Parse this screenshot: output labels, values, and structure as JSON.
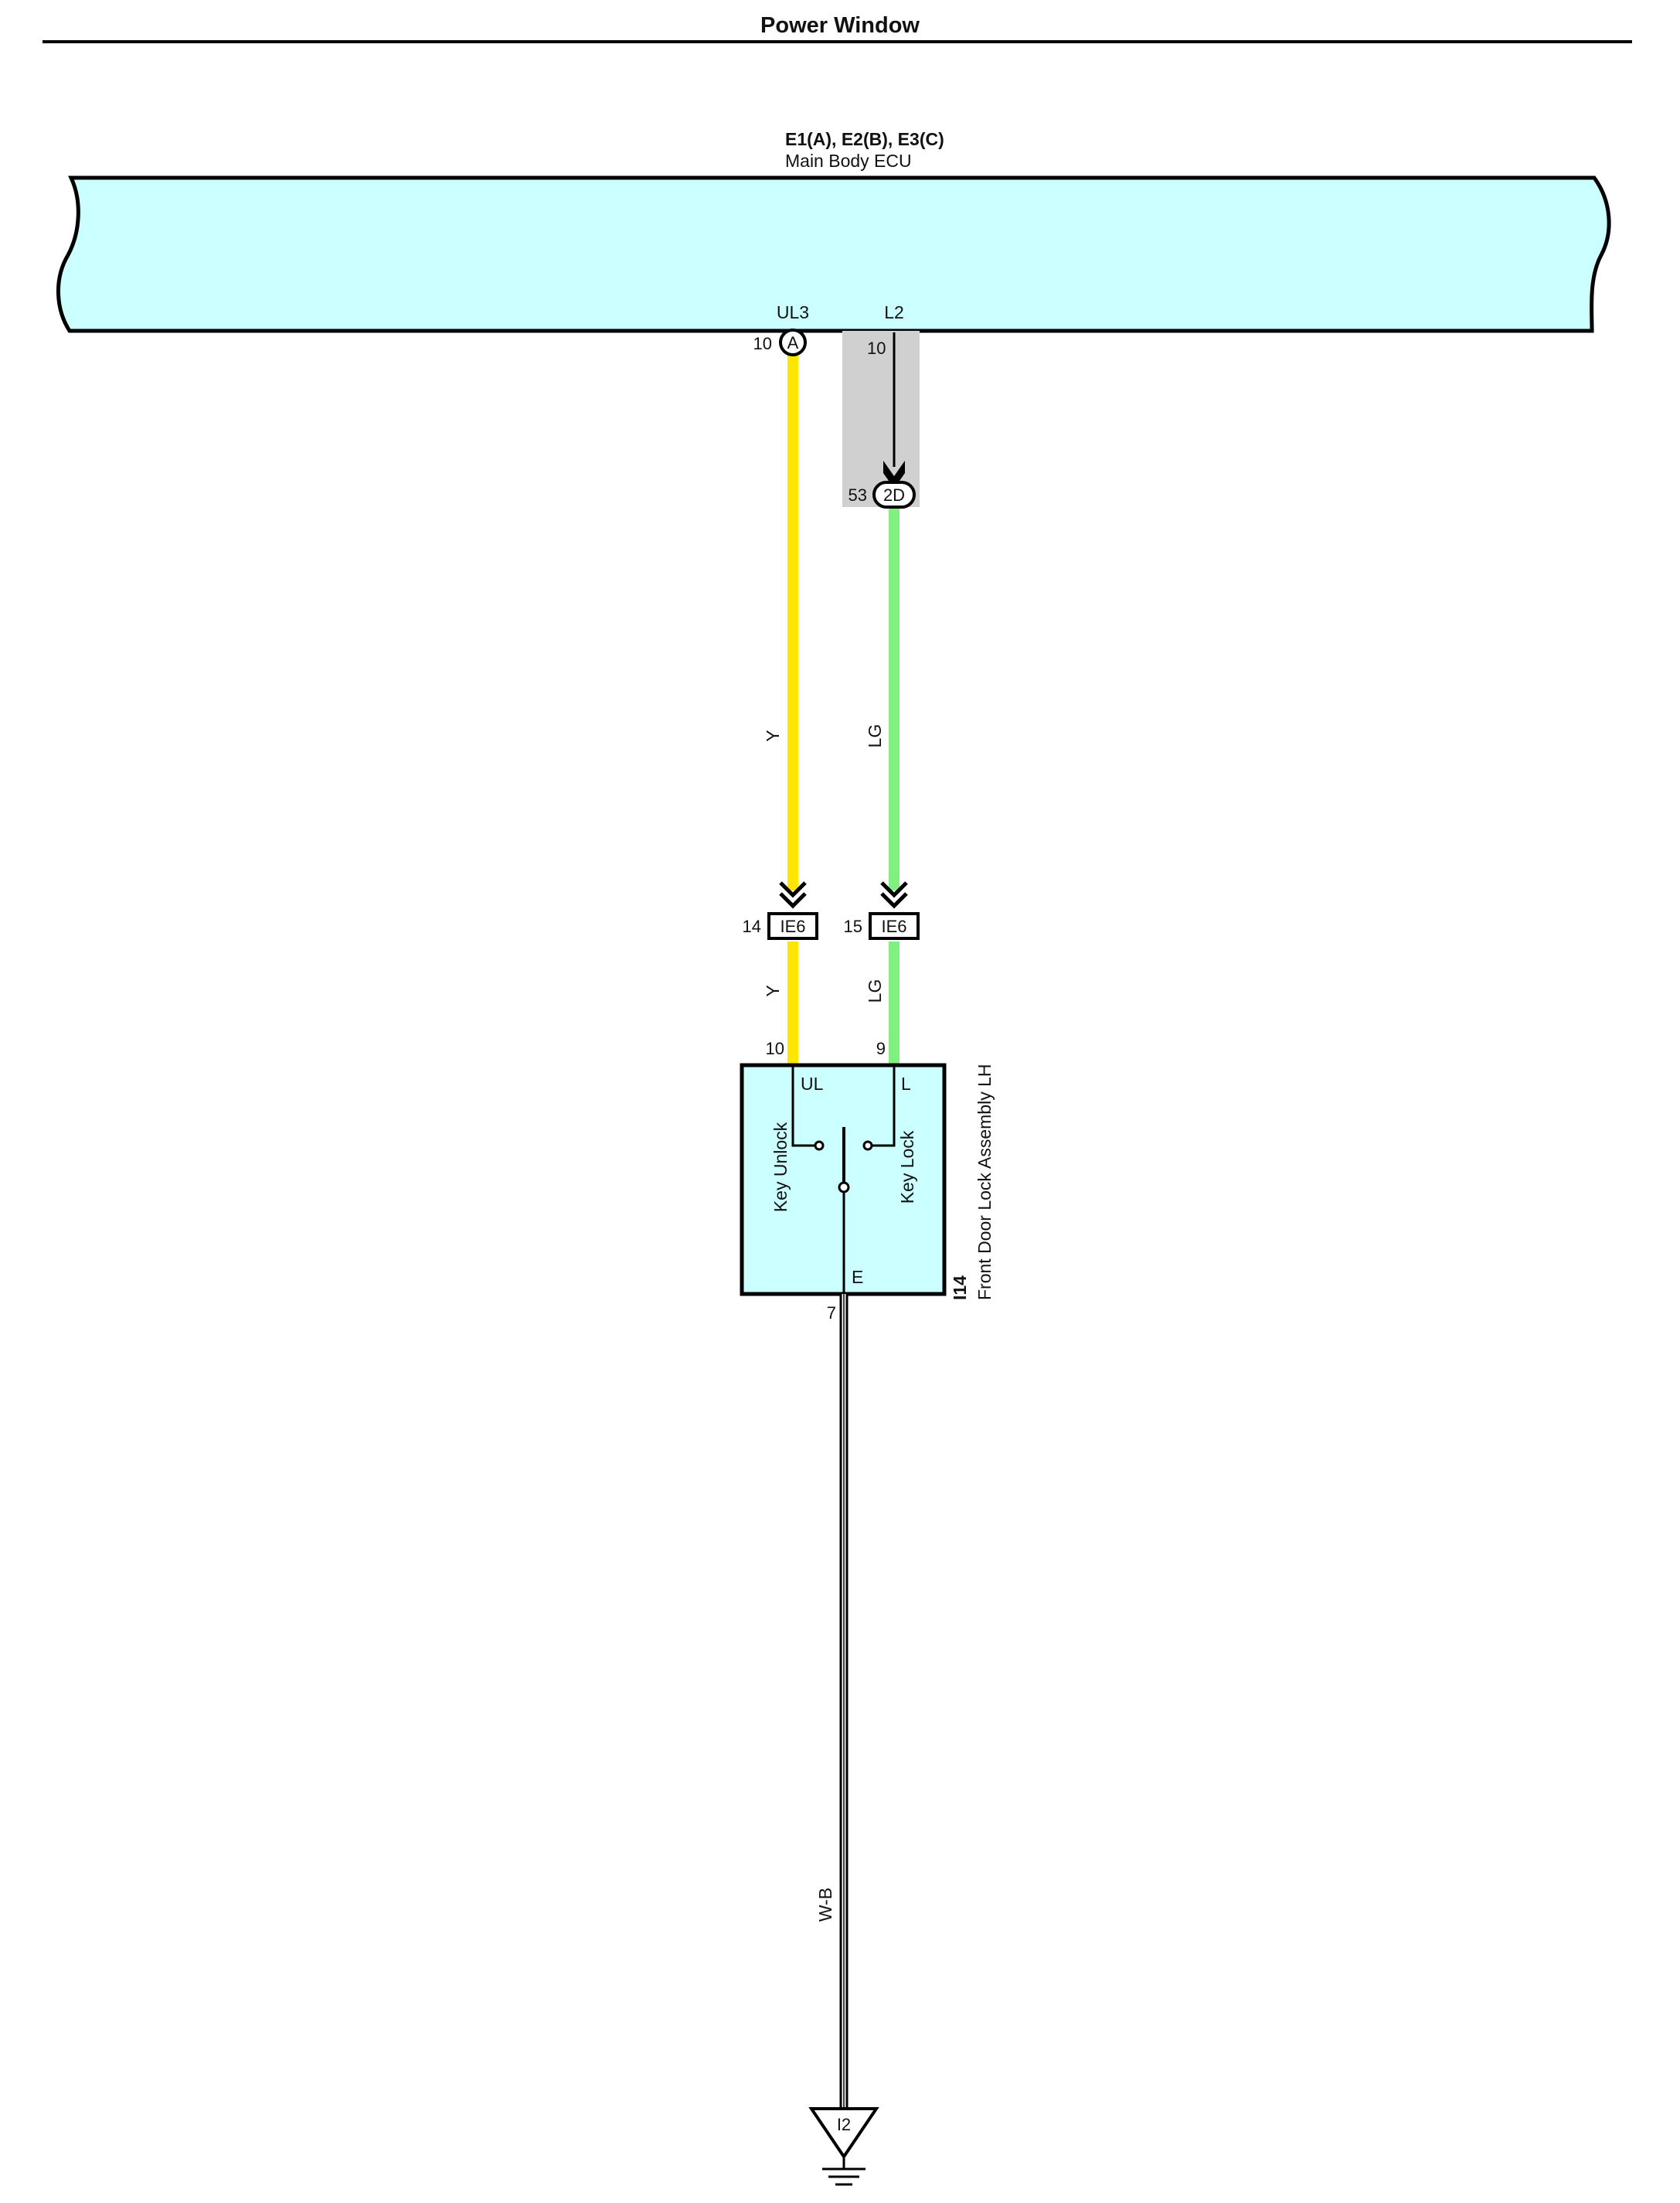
{
  "page": {
    "title": "Power Window"
  },
  "ecu": {
    "connectors": "E1(A), E2(B), E3(C)",
    "name": "Main Body ECU",
    "fill": "#ccffff"
  },
  "terminals": {
    "ul3": {
      "name": "UL3",
      "pin": "10",
      "connector": "A"
    },
    "l2": {
      "name": "L2",
      "pin": "10"
    }
  },
  "junction": {
    "code": "2D",
    "pin": "53",
    "shade": "#d0d0d0"
  },
  "wires": {
    "yellow": {
      "color_code": "Y",
      "hex": "#ffe600"
    },
    "light_green": {
      "color_code": "LG",
      "hex": "#80f080"
    },
    "ground": {
      "color_code": "W-B"
    }
  },
  "inline_connectors": {
    "left": {
      "code": "IE6",
      "pin": "14"
    },
    "right": {
      "code": "IE6",
      "pin": "15"
    }
  },
  "door_lock": {
    "code": "I14",
    "name": "Front Door Lock Assembly LH",
    "fill": "#ccffff",
    "pin_ul": "10",
    "pin_l": "9",
    "pin_e": "7",
    "terminal_ul": "UL",
    "terminal_l": "L",
    "terminal_e": "E",
    "key_unlock": "Key Unlock",
    "key_lock": "Key Lock"
  },
  "ground_point": {
    "code": "I2"
  }
}
